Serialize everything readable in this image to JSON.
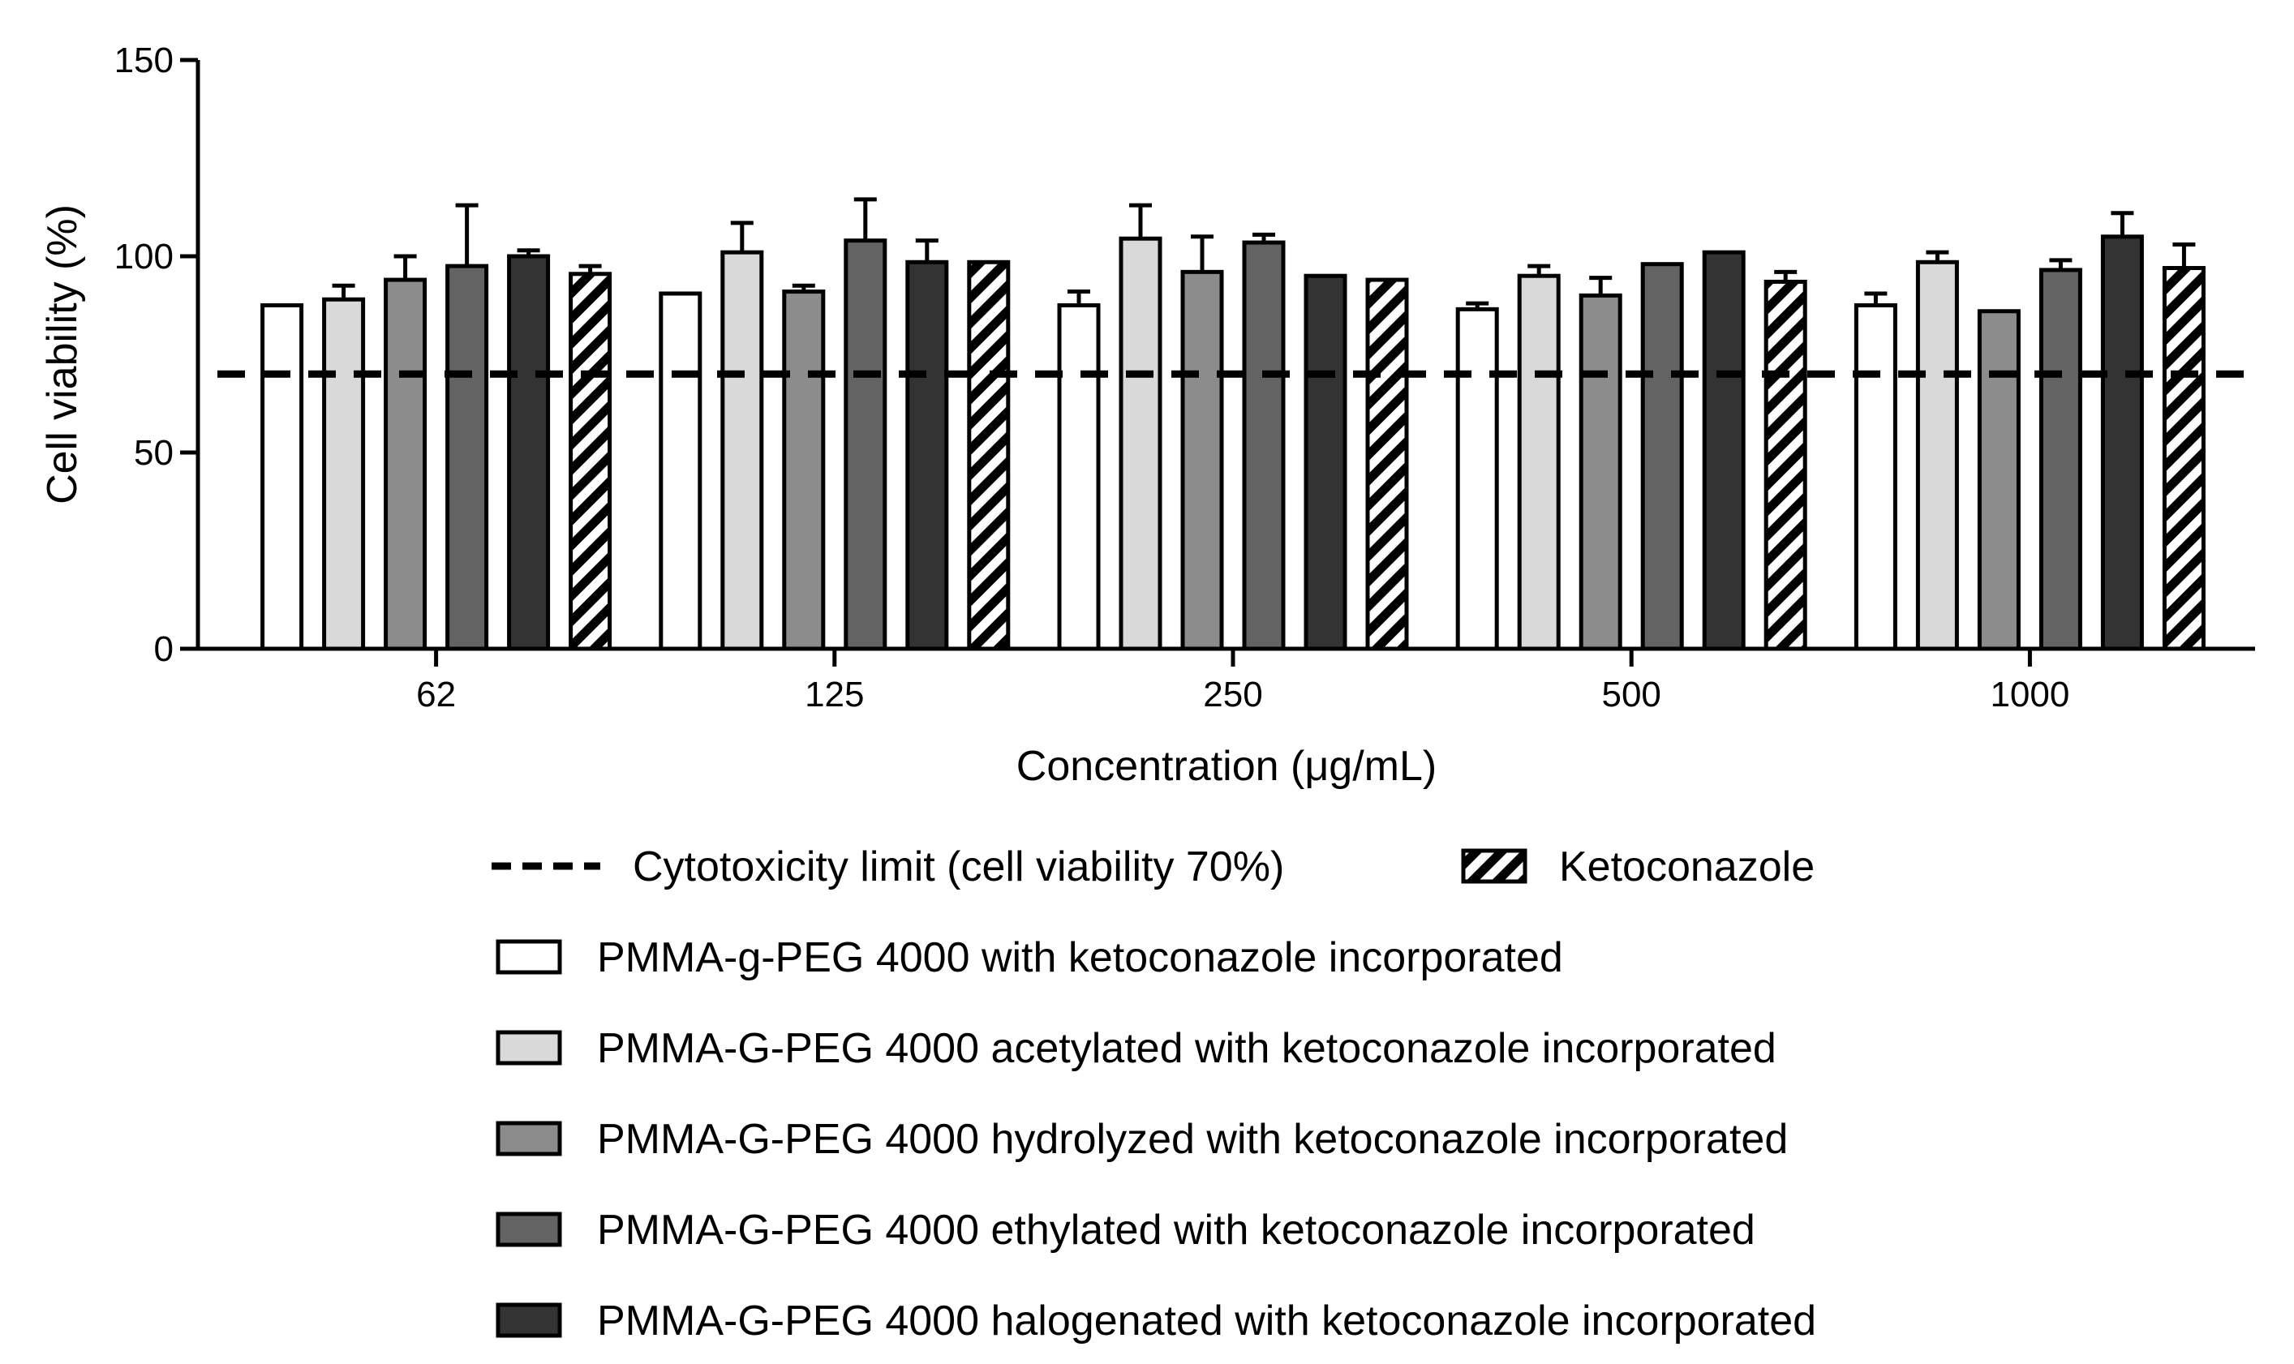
{
  "chart_data": {
    "type": "bar",
    "xlabel": "Concentration (μg/mL)",
    "ylabel": "Cell viability (%)",
    "ylim": [
      0,
      150
    ],
    "yticks": [
      0,
      50,
      100,
      150
    ],
    "categories": [
      "62",
      "125",
      "250",
      "500",
      "1000"
    ],
    "legend_position": "bottom",
    "grid": false,
    "reference_line": {
      "name": "Cytotoxicity limit (cell viability 70%)",
      "value": 70,
      "style": "dashed"
    },
    "series": [
      {
        "name": "PMMA-g-PEG 4000 with ketoconazole incorporated",
        "fill": "#ffffff",
        "pattern": "none",
        "values": [
          87.5,
          90.5,
          87.5,
          86.5,
          87.5
        ],
        "errors": [
          0,
          0,
          3.5,
          1.5,
          3
        ]
      },
      {
        "name": "PMMA-G-PEG 4000 acetylated with ketoconazole incorporated",
        "fill": "#d9d9d9",
        "pattern": "none",
        "values": [
          89,
          101,
          104.5,
          95,
          98.5
        ],
        "errors": [
          3.5,
          7.5,
          8.5,
          2.5,
          2.5
        ]
      },
      {
        "name": "PMMA-G-PEG 4000 hydrolyzed with ketoconazole incorporated",
        "fill": "#8c8c8c",
        "pattern": "none",
        "values": [
          94,
          91,
          96,
          90,
          86
        ],
        "errors": [
          6,
          1.5,
          9,
          4.5,
          0
        ]
      },
      {
        "name": "PMMA-G-PEG 4000 ethylated with ketoconazole incorporated",
        "fill": "#636363",
        "pattern": "none",
        "values": [
          97.5,
          104,
          103.5,
          98,
          96.5
        ],
        "errors": [
          15.5,
          10.5,
          2,
          0,
          2.5
        ]
      },
      {
        "name": "PMMA-G-PEG 4000 halogenated with ketoconazole incorporated",
        "fill": "#333333",
        "pattern": "none",
        "values": [
          100,
          98.5,
          95,
          101,
          105
        ],
        "errors": [
          1.5,
          5.5,
          0,
          0,
          6
        ]
      },
      {
        "name": "Ketoconazole",
        "fill": "#ffffff",
        "pattern": "hatch",
        "values": [
          95.5,
          98.5,
          94,
          93.5,
          97
        ],
        "errors": [
          2,
          0,
          0,
          2.5,
          6
        ]
      }
    ],
    "legend_order": [
      "reference_line",
      5,
      0,
      1,
      2,
      3,
      4
    ]
  }
}
